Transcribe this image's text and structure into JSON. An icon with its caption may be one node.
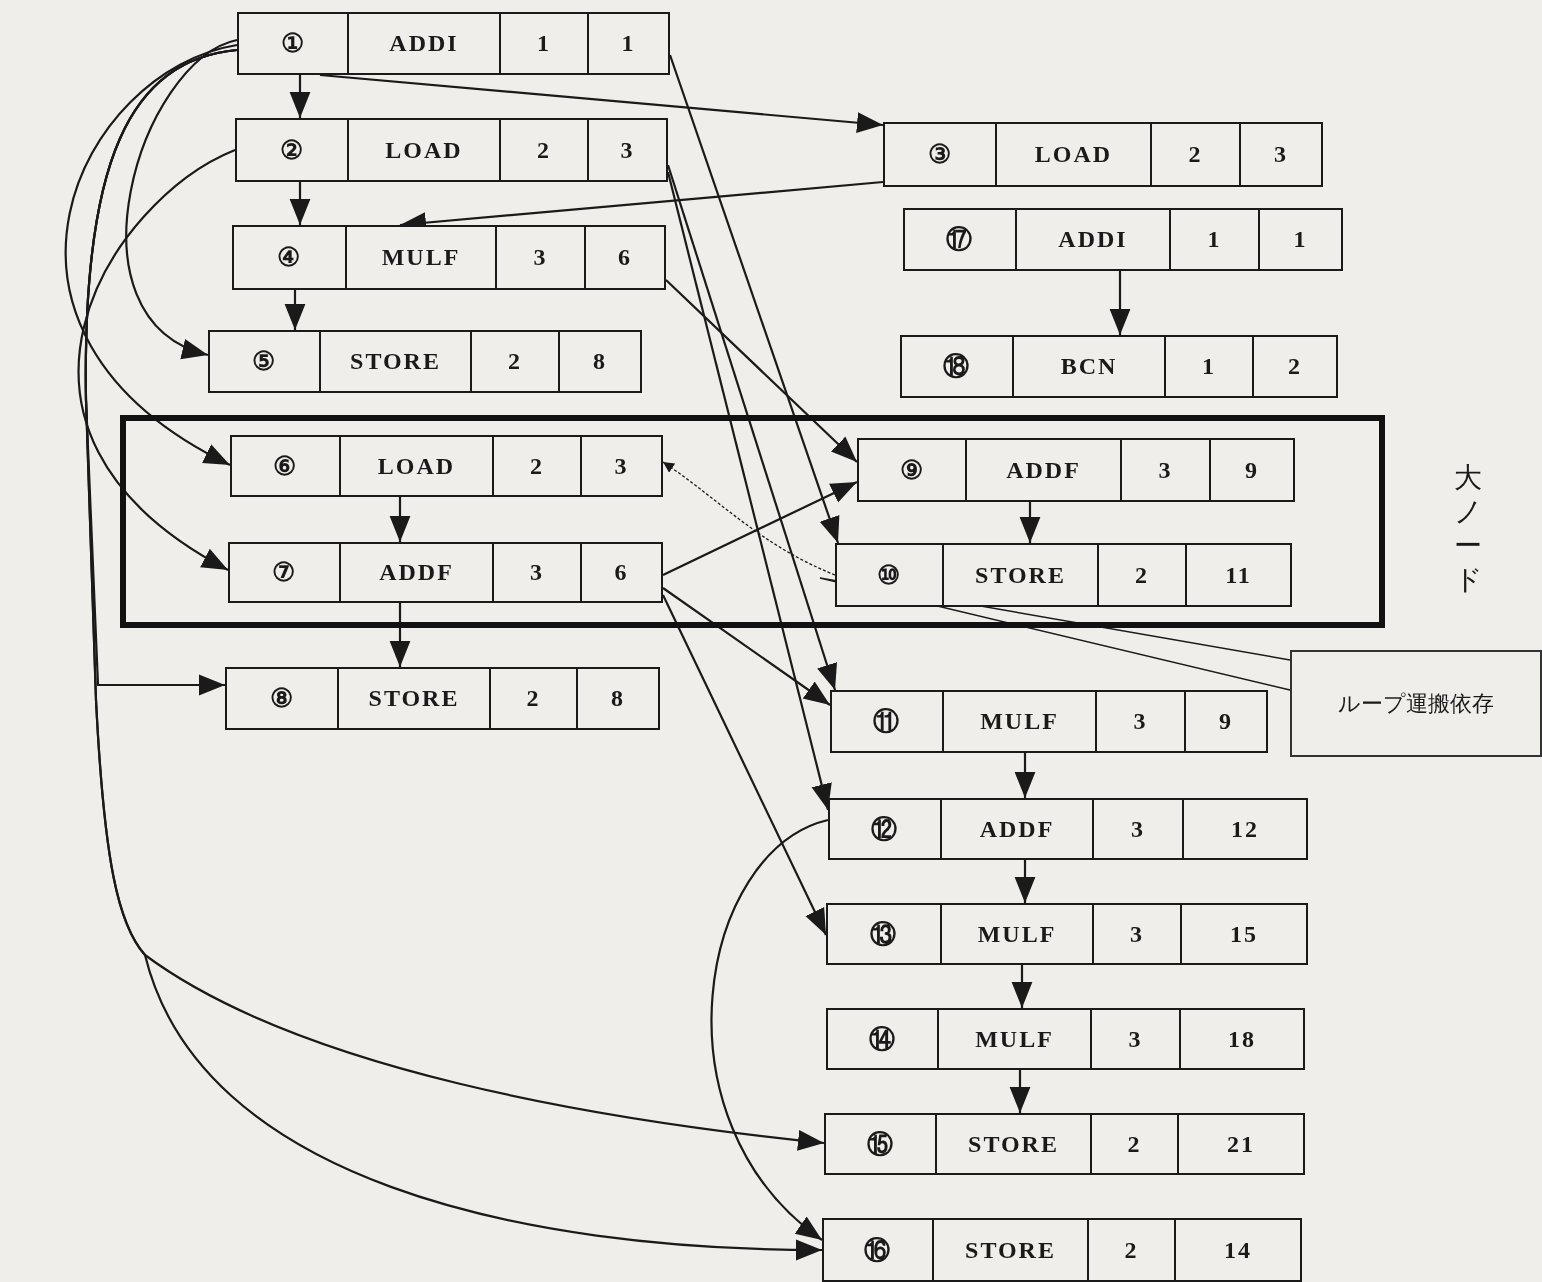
{
  "diagram": {
    "nodes": [
      {
        "text": [
          "①",
          "ADDI",
          "1",
          "1"
        ]
      },
      {
        "text": [
          "②",
          "LOAD",
          "2",
          "3"
        ]
      },
      {
        "text": [
          "③",
          "LOAD",
          "2",
          "3"
        ]
      },
      {
        "text": [
          "④",
          "MULF",
          "3",
          "6"
        ]
      },
      {
        "text": [
          "⑤",
          "STORE",
          "2",
          "8"
        ]
      },
      {
        "text": [
          "大ノード"
        ]
      },
      {
        "text": [
          "⑥",
          "LOAD",
          "2",
          "3"
        ],
        "in": 5
      },
      {
        "text": [
          "⑦",
          "ADDF",
          "3",
          "6"
        ],
        "in": 5
      },
      {
        "text": [
          "⑧",
          "STORE",
          "2",
          "8"
        ]
      },
      {
        "text": [
          "⑨",
          "ADDF",
          "3",
          "9"
        ],
        "in": 5
      },
      {
        "text": [
          "⑩",
          "STORE",
          "2",
          "11"
        ],
        "in": 5
      },
      {
        "text": [
          "⑪",
          "MULF",
          "3",
          "9"
        ]
      },
      {
        "text": [
          "⑫",
          "ADDF",
          "3",
          "12"
        ]
      },
      {
        "text": [
          "⑬",
          "MULF",
          "3",
          "15"
        ]
      },
      {
        "text": [
          "⑭",
          "MULF",
          "3",
          "18"
        ]
      },
      {
        "text": [
          "⑮",
          "STORE",
          "2",
          "21"
        ]
      },
      {
        "text": [
          "⑯",
          "STORE",
          "2",
          "14"
        ]
      },
      {
        "text": [
          "⑰",
          "ADDI",
          "1",
          "1"
        ]
      },
      {
        "text": [
          "⑱",
          "BCN",
          "1",
          "2"
        ]
      },
      {
        "text": [
          "ループ運搬依存"
        ]
      }
    ],
    "edges": [
      {
        "from": 0,
        "to": 1,
        "arrow": "to"
      },
      {
        "from": 1,
        "to": 3,
        "arrow": "to"
      },
      {
        "from": 3,
        "to": 4,
        "arrow": "to"
      },
      {
        "from": 0,
        "to": 2,
        "arrow": "to"
      },
      {
        "from": 2,
        "to": 3,
        "arrow": "to"
      },
      {
        "from": 17,
        "to": 18,
        "arrow": "to"
      },
      {
        "from": 6,
        "to": 7,
        "arrow": "to"
      },
      {
        "from": 7,
        "to": 8,
        "arrow": "to"
      },
      {
        "from": 9,
        "to": 10,
        "arrow": "to"
      },
      {
        "from": 11,
        "to": 12,
        "arrow": "to"
      },
      {
        "from": 12,
        "to": 13,
        "arrow": "to"
      },
      {
        "from": 13,
        "to": 14,
        "arrow": "to"
      },
      {
        "from": 14,
        "to": 15,
        "arrow": "to"
      },
      {
        "from": 0,
        "to": 4,
        "arrow": "to"
      },
      {
        "from": 0,
        "to": 6,
        "arrow": "to"
      },
      {
        "from": 1,
        "to": 7,
        "arrow": "to"
      },
      {
        "from": 0,
        "to": 8,
        "arrow": "to"
      },
      {
        "from": 0,
        "to": 15,
        "arrow": "to"
      },
      {
        "from": 0,
        "to": 16,
        "arrow": "to"
      },
      {
        "from": 0,
        "to": 10,
        "arrow": "to"
      },
      {
        "from": 1,
        "to": 11,
        "arrow": "to"
      },
      {
        "from": 1,
        "to": 12,
        "arrow": "to"
      },
      {
        "from": 3,
        "to": 9,
        "arrow": "to"
      },
      {
        "from": 7,
        "to": 9,
        "arrow": "to"
      },
      {
        "from": 7,
        "to": 11,
        "arrow": "to"
      },
      {
        "from": 7,
        "to": 13,
        "arrow": "to"
      },
      {
        "from": 12,
        "to": 16,
        "arrow": "to"
      },
      {
        "from": 10,
        "to": 6,
        "arrow": "to",
        "style": "dashed"
      },
      {
        "from": 19,
        "to": null,
        "arrow": "none"
      }
    ]
  }
}
